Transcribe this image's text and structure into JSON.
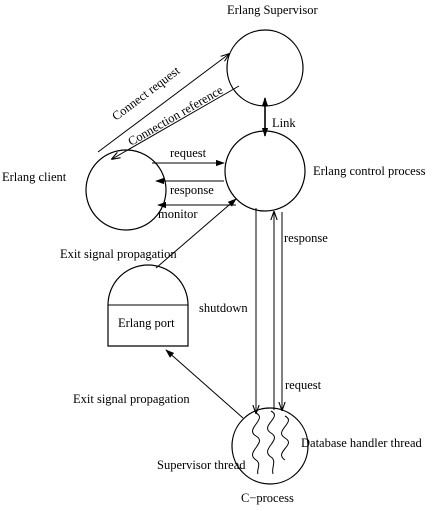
{
  "nodes": {
    "supervisor": "Erlang Supervisor",
    "client": "Erlang client",
    "control": "Erlang control process",
    "port": "Erlang port",
    "cprocess": "C−process",
    "supervisor_thread": "Supervisor thread",
    "db_thread": "Database handler thread"
  },
  "edges": {
    "connect_request": "Connect request",
    "connection_reference": "Connection reference",
    "link": "Link",
    "request_top": "request",
    "response_mid": "response",
    "monitor": "monitor",
    "exit_signal_top": "Exit signal propagation",
    "exit_signal_bottom": "Exit signal propagation",
    "response_right": "response",
    "shutdown": "shutdown",
    "request_bottom": "request"
  },
  "colors": {
    "stroke": "#000000",
    "background": "#ffffff"
  }
}
